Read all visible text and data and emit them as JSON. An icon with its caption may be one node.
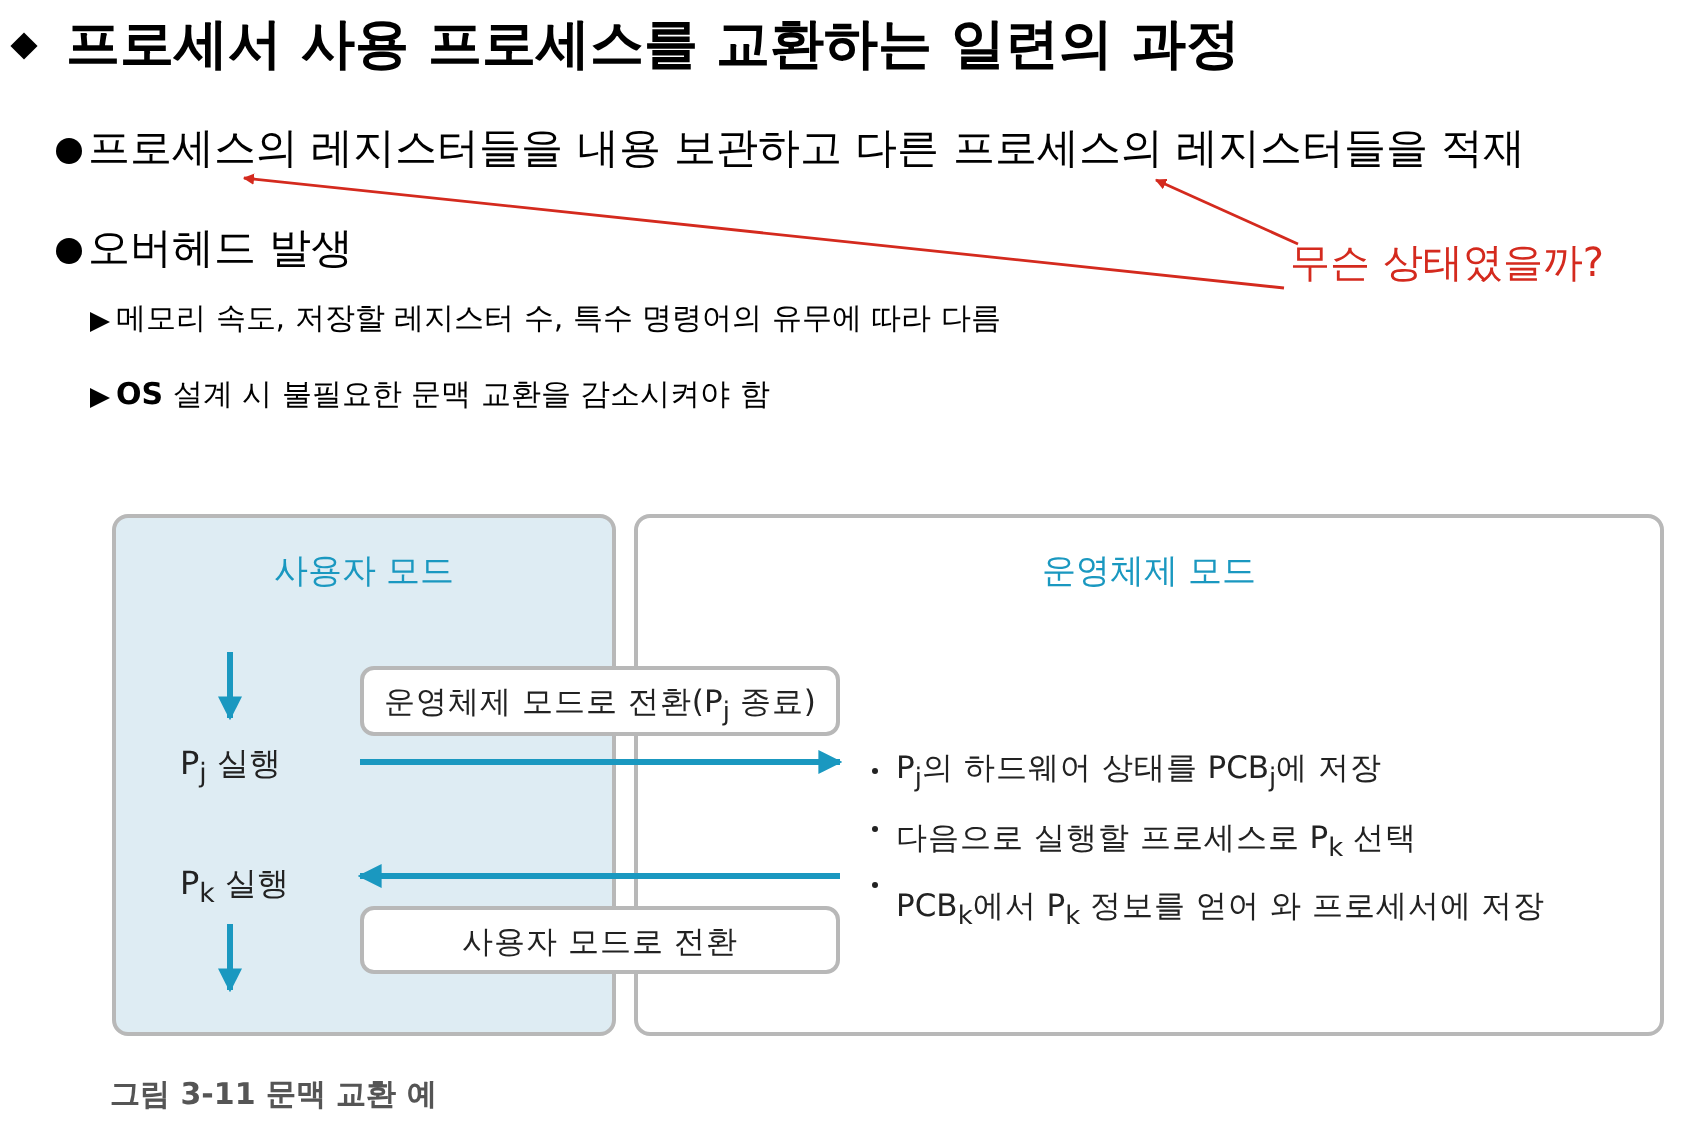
{
  "diagram": {
    "title": "프로세서 사용 프로세스를 교환하는 일련의 과정",
    "caption": "그림 3-11 문맥 교환 예",
    "nodes": [
      {
        "text": [
          "사용자 모드"
        ]
      },
      {
        "text": [
          "운영체제 모드"
        ]
      },
      {
        "text": [
          "P$_{j}$ 실행"
        ],
        "in": 0
      },
      {
        "text": [
          "P$_{k}$ 실행"
        ],
        "in": 0
      },
      {
        "text": [
          "P$_{j}$의 하드웨어 상태를 PCB$_{j}$에 저장",
          "다음으로 실행할 프로세스로 P$_{k}$ 선택",
          "PCB$_{k}$에서 P$_{k}$ 정보를 얻어 와 프로세서에 저장"
        ],
        "in": 1
      },
      {
        "text": [
          "무슨 상태였을까?"
        ]
      },
      {
        "text": [
          "프로세스의 레지스터들을 내용 보관하고 다른 프로세스의 레지스터들을 적재"
        ]
      }
    ],
    "edges": [
      {
        "from": null,
        "to": 2,
        "arrow": "to"
      },
      {
        "from": 2,
        "to": 4,
        "arrow": "to",
        "label": "운영체제 모드로 전환(P$_{j}$ 종료)"
      },
      {
        "from": 4,
        "to": 3,
        "arrow": "to",
        "label": "사용자 모드로 전환"
      },
      {
        "from": 3,
        "to": null,
        "arrow": "to"
      },
      {
        "from": 5,
        "to": 6,
        "arrow": "to",
        "color": "#d42a1e"
      },
      {
        "from": 5,
        "to": 6,
        "arrow": "to",
        "color": "#d42a1e"
      }
    ],
    "labels": [
      "오버헤드 발생",
      "메모리 속도, 저장할 레지스터 수, 특수 명령어의 유무에 따라 다름",
      "**OS** 설계 시 불필요한 문맥 교환을 감소시켜야 함"
    ]
  }
}
